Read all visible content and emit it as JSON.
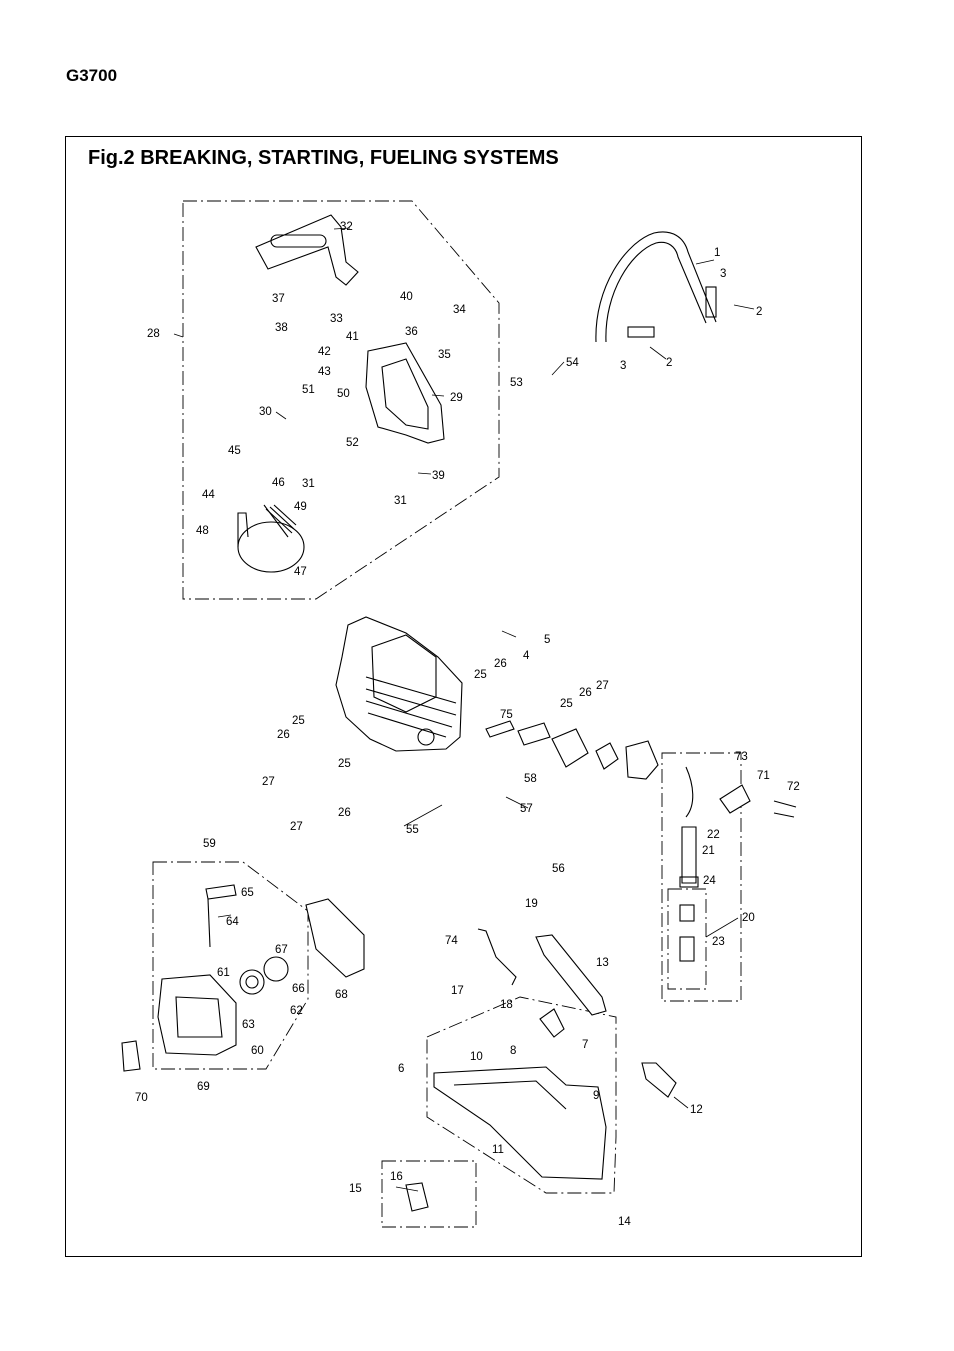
{
  "header": {
    "model": "G3700"
  },
  "figure": {
    "title": "Fig.2  BREAKING, STARTING, FUELING SYSTEMS",
    "labels": [
      "1",
      "2",
      "3",
      "4",
      "5",
      "6",
      "7",
      "8",
      "9",
      "10",
      "11",
      "12",
      "13",
      "14",
      "15",
      "16",
      "17",
      "18",
      "19",
      "20",
      "21",
      "22",
      "23",
      "24",
      "25",
      "26",
      "27",
      "28",
      "29",
      "30",
      "31",
      "32",
      "33",
      "34",
      "35",
      "36",
      "37",
      "38",
      "39",
      "40",
      "41",
      "42",
      "43",
      "44",
      "45",
      "46",
      "47",
      "48",
      "49",
      "50",
      "51",
      "52",
      "53",
      "54",
      "55",
      "56",
      "57",
      "58",
      "59",
      "60",
      "61",
      "62",
      "63",
      "64",
      "65",
      "66",
      "67",
      "68",
      "69",
      "70",
      "71",
      "72",
      "73",
      "74",
      "75"
    ]
  }
}
